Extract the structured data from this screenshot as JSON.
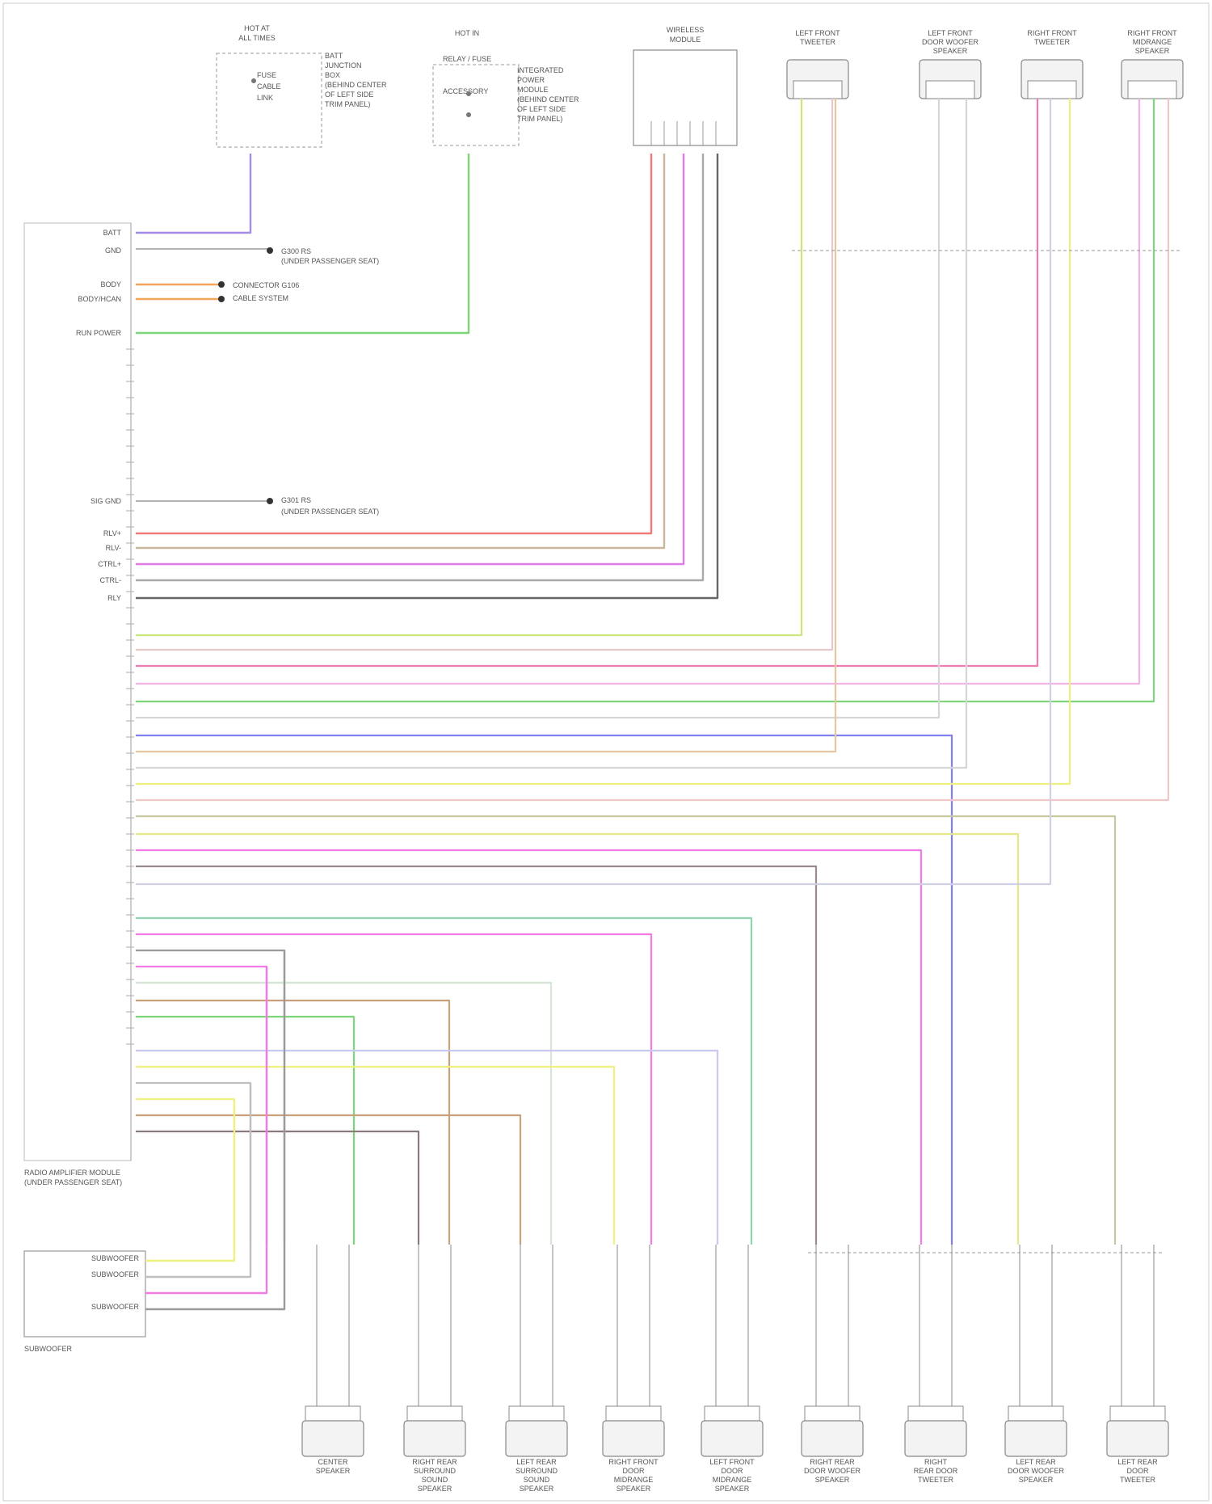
{
  "diagram": {
    "footer_id": "",
    "top_components": [
      {
        "id": "hot_at_all_times",
        "title": [
          "HOT AT",
          "ALL TIMES"
        ],
        "pins": [
          "FUSE",
          "CABLE",
          "LINK"
        ],
        "side_text": [
          "BATT",
          "JUNCTION",
          "BOX",
          "(BEHIND CENTER",
          "OF LEFT SIDE",
          "TRIM PANEL)"
        ]
      },
      {
        "id": "hot_in",
        "title": [
          "HOT IN",
          ""
        ],
        "pins": [
          "RELAY / FUSE",
          "ACCESSORY"
        ],
        "side_text": [
          "INTEGRATED",
          "POWER",
          "MODULE",
          "(BEHIND CENTER",
          "OF LEFT SIDE",
          "TRIM PANEL)"
        ]
      },
      {
        "id": "wireless_module",
        "title": [
          "WIRELESS",
          "MODULE"
        ],
        "pins": [
          "",
          "",
          "",
          "",
          "",
          ""
        ],
        "side_text": []
      },
      {
        "id": "left_front_tweeter",
        "title": [
          "LEFT FRONT",
          "TWEETER"
        ],
        "pins": [],
        "side_text": []
      },
      {
        "id": "left_front_door_speaker",
        "title": [
          "LEFT FRONT",
          "DOOR WOOFER",
          "SPEAKER"
        ],
        "pins": [],
        "side_text": []
      },
      {
        "id": "right_front_tweeter",
        "title": [
          "RIGHT FRONT",
          "TWEETER"
        ],
        "pins": [],
        "side_text": []
      },
      {
        "id": "right_front_door_speaker",
        "title": [
          "RIGHT FRONT",
          "MIDRANGE",
          "SPEAKER"
        ],
        "pins": [],
        "side_text": []
      }
    ],
    "amp_pins": [
      {
        "label": "BATT",
        "wire": "BLU/GRY",
        "color": "#8a6ee6"
      },
      {
        "label": "GND",
        "wire": "BLK/BRN",
        "color": "#777777"
      },
      {
        "label": "BODY",
        "wire": "ORG",
        "color": "#f2a65a"
      },
      {
        "label": "BODY/ HCAN",
        "wire": "TAN",
        "color": "#f2a65a"
      },
      {
        "label": "RUN POWER",
        "wire": "GRN",
        "color": "#7ed67a"
      },
      {
        "label": "SIG GND",
        "wire": "BLK/GRY",
        "color": "#777777"
      },
      {
        "label": "RLV+",
        "wire": "RED",
        "color": "#f07a7a"
      },
      {
        "label": "RLV-",
        "wire": "GRY",
        "color": "#c9b79a"
      },
      {
        "label": "CTRL+",
        "wire": "VIO",
        "color": "#e07ae6"
      },
      {
        "label": "CTRL-",
        "wire": "BRN",
        "color": "#aaaaaa"
      },
      {
        "label": "RLY",
        "wire": "BLK",
        "color": "#666666"
      }
    ],
    "amp_box_label": [
      "RADIO AMPLIFIER MODULE",
      "(UNDER PASSENGER SEAT)"
    ],
    "splice_labels": [
      {
        "id": "s1",
        "text": [
          "G300 RS",
          "(UNDER PASSENGER SEAT)"
        ]
      },
      {
        "id": "s2",
        "text": [
          "CONNECTOR G106",
          "CABLE SYSTEM"
        ]
      },
      {
        "id": "s3",
        "text": [
          "G301 RS",
          "(UNDER PASSENGER SEAT)"
        ]
      }
    ],
    "subwoofer_box_label": "SUBWOOFER",
    "sub_pins": [
      "SUBWOOFER",
      "SUBWOOFER",
      "",
      "SUBWOOFER"
    ],
    "bottom_speakers": [
      {
        "title": [
          "CENTER",
          "SPEAKER"
        ]
      },
      {
        "title": [
          "RIGHT REAR",
          "SURROUND",
          "SOUND",
          "SPEAKER"
        ]
      },
      {
        "title": [
          "LEFT REAR",
          "SURROUND",
          "SOUND",
          "SPEAKER"
        ]
      },
      {
        "title": [
          "RIGHT FRONT",
          "DOOR",
          "MIDRANGE",
          "SPEAKER"
        ]
      },
      {
        "title": [
          "LEFT FRONT",
          "DOOR",
          "MIDRANGE",
          "SPEAKER"
        ]
      },
      {
        "title": [
          "RIGHT REAR",
          "DOOR WOOFER",
          "SPEAKER"
        ]
      },
      {
        "title": [
          "RIGHT",
          "REAR DOOR",
          "TWEETER"
        ]
      },
      {
        "title": [
          "LEFT REAR",
          "DOOR WOOFER",
          "SPEAKER"
        ]
      },
      {
        "title": [
          "LEFT REAR",
          "DOOR",
          "TWEETER"
        ]
      }
    ],
    "colors": {
      "background": "#ffffff",
      "box": "#888888",
      "wire_default": "#bbbbbb"
    }
  }
}
